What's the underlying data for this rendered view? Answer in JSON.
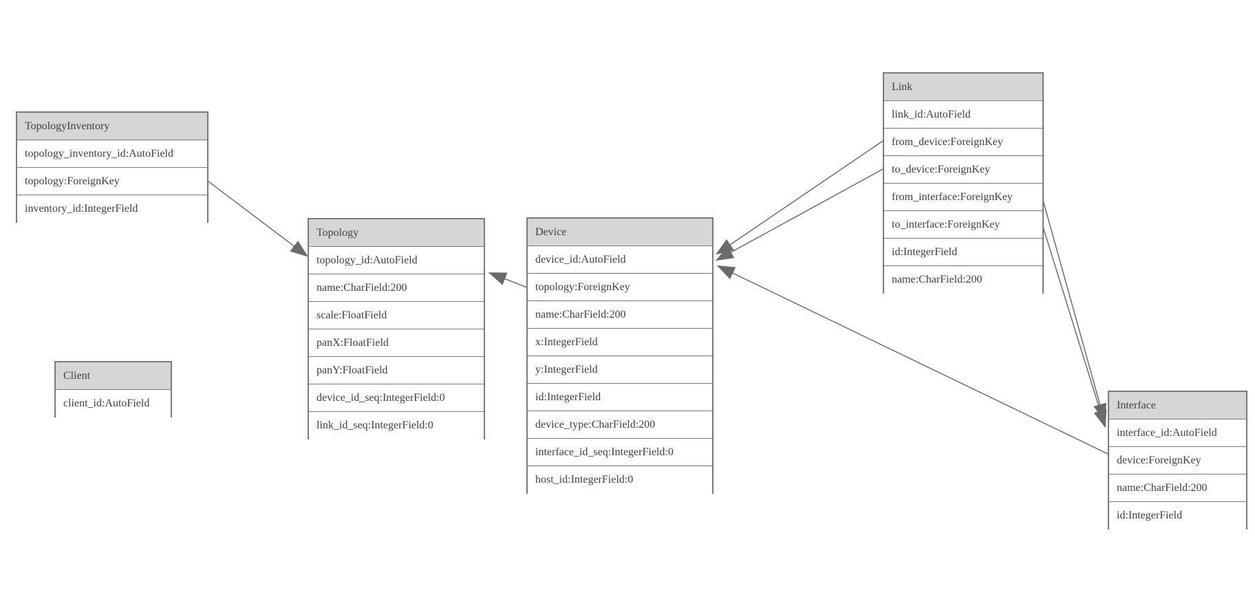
{
  "colors": {
    "background": "#ffffff",
    "header_fill": "#d6d6d6",
    "border": "#7a7a7a",
    "text": "#3f3f3f",
    "edge_line": "#636363",
    "arrow_fill": "#6b6b6b"
  },
  "entities": [
    {
      "name": "TopologyInventory",
      "fields": [
        "topology_inventory_id:AutoField",
        "topology:ForeignKey",
        "inventory_id:IntegerField"
      ]
    },
    {
      "name": "Client",
      "fields": [
        "client_id:AutoField"
      ]
    },
    {
      "name": "Topology",
      "fields": [
        "topology_id:AutoField",
        "name:CharField:200",
        "scale:FloatField",
        "panX:FloatField",
        "panY:FloatField",
        "device_id_seq:IntegerField:0",
        "link_id_seq:IntegerField:0"
      ]
    },
    {
      "name": "Device",
      "fields": [
        "device_id:AutoField",
        "topology:ForeignKey",
        "name:CharField:200",
        "x:IntegerField",
        "y:IntegerField",
        "id:IntegerField",
        "device_type:CharField:200",
        "interface_id_seq:IntegerField:0",
        "host_id:IntegerField:0"
      ]
    },
    {
      "name": "Link",
      "fields": [
        "link_id:AutoField",
        "from_device:ForeignKey",
        "to_device:ForeignKey",
        "from_interface:ForeignKey",
        "to_interface:ForeignKey",
        "id:IntegerField",
        "name:CharField:200"
      ]
    },
    {
      "name": "Interface",
      "fields": [
        "interface_id:AutoField",
        "device:ForeignKey",
        "name:CharField:200",
        "id:IntegerField"
      ]
    }
  ],
  "relationships": [
    {
      "from": "TopologyInventory.topology",
      "to": "Topology"
    },
    {
      "from": "Device.topology",
      "to": "Topology"
    },
    {
      "from": "Link.from_device",
      "to": "Device"
    },
    {
      "from": "Link.to_device",
      "to": "Device"
    },
    {
      "from": "Link.from_interface",
      "to": "Interface"
    },
    {
      "from": "Link.to_interface",
      "to": "Interface"
    },
    {
      "from": "Interface.device",
      "to": "Device"
    }
  ]
}
